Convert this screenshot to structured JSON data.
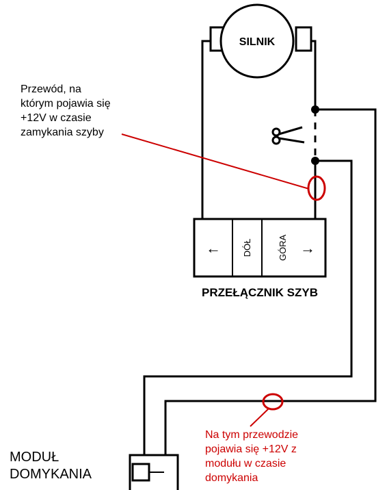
{
  "motor": {
    "label": "SILNIK"
  },
  "switch": {
    "title": "PRZEŁĄCZNIK SZYB",
    "down_label": "DÓŁ",
    "up_label": "GÓRA",
    "left_arrow": "←",
    "right_arrow": "→"
  },
  "annotation_top": {
    "lines": [
      "Przewód, na",
      "którym pojawia się",
      "+12V w czasie",
      "zamykania szyby"
    ]
  },
  "annotation_bottom": {
    "lines": [
      "Na tym przewodzie",
      "pojawia się +12V z",
      "modułu w czasie",
      "domykania"
    ]
  },
  "module": {
    "lines": [
      "MODUŁ",
      "DOMYKANIA"
    ]
  },
  "icons": {
    "cut": "scissors-icon"
  },
  "colors": {
    "wire": "#000000",
    "highlight": "#cc0000",
    "annotation_bottom_text": "#000000"
  }
}
